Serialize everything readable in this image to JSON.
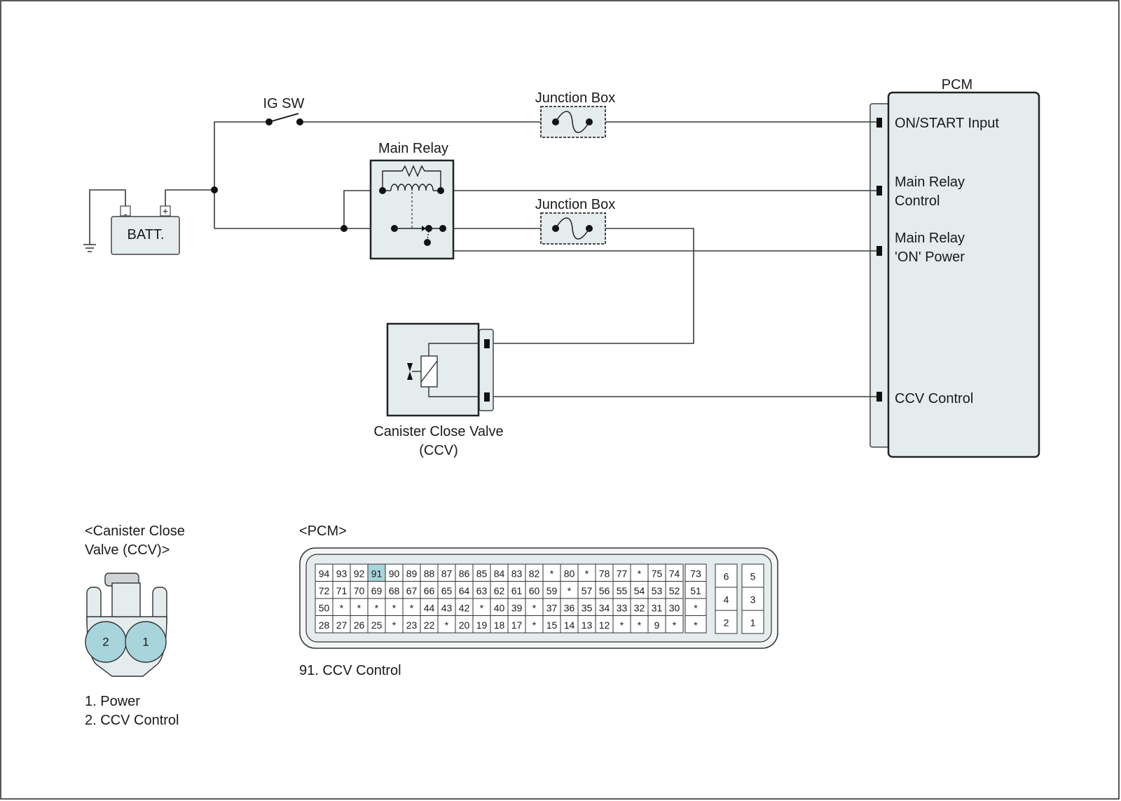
{
  "labels": {
    "ig_sw": "IG SW",
    "junction_box_1": "Junction Box",
    "junction_box_2": "Junction Box",
    "main_relay": "Main Relay",
    "batt": "BATT.",
    "batt_neg": "-",
    "batt_pos": "+",
    "pcm": "PCM",
    "ccv_name": "Canister Close Valve",
    "ccv_abbr": "(CCV)"
  },
  "pcm_pins": [
    {
      "line1": "ON/START Input",
      "line2": ""
    },
    {
      "line1": "Main Relay",
      "line2": "Control"
    },
    {
      "line1": "Main Relay",
      "line2": "'ON' Power"
    },
    {
      "line1": "CCV Control",
      "line2": ""
    }
  ],
  "ccv_connector": {
    "title_line1": "<Canister Close",
    "title_line2": "Valve (CCV)>",
    "pins": [
      "2",
      "1"
    ],
    "legend": [
      "1. Power",
      "2. CCV Control"
    ]
  },
  "pcm_connector": {
    "title": "<PCM>",
    "highlighted_pin": "91",
    "grid_main": [
      [
        "94",
        "93",
        "92",
        "91",
        "90",
        "89",
        "88",
        "87",
        "86",
        "85",
        "84",
        "83",
        "82",
        "*",
        "80",
        "*",
        "78",
        "77",
        "*",
        "75",
        "74"
      ],
      [
        "72",
        "71",
        "70",
        "69",
        "68",
        "67",
        "66",
        "65",
        "64",
        "63",
        "62",
        "61",
        "60",
        "59",
        "*",
        "57",
        "56",
        "55",
        "54",
        "53",
        "52"
      ],
      [
        "50",
        "*",
        "*",
        "*",
        "*",
        "*",
        "44",
        "43",
        "42",
        "*",
        "40",
        "39",
        "*",
        "37",
        "36",
        "35",
        "34",
        "33",
        "32",
        "31",
        "30"
      ],
      [
        "28",
        "27",
        "26",
        "25",
        "*",
        "23",
        "22",
        "*",
        "20",
        "19",
        "18",
        "17",
        "*",
        "15",
        "14",
        "13",
        "12",
        "*",
        "*",
        "9",
        "*"
      ]
    ],
    "grid_side": [
      "73",
      "51",
      "*",
      "*"
    ],
    "grid_small": [
      [
        "6",
        "5"
      ],
      [
        "4",
        "3"
      ],
      [
        "2",
        "1"
      ]
    ],
    "legend": "91. CCV Control"
  },
  "colors": {
    "component_fill": "#e4ecee",
    "highlight": "#a8d4dc",
    "wire": "#3a3a3a"
  }
}
